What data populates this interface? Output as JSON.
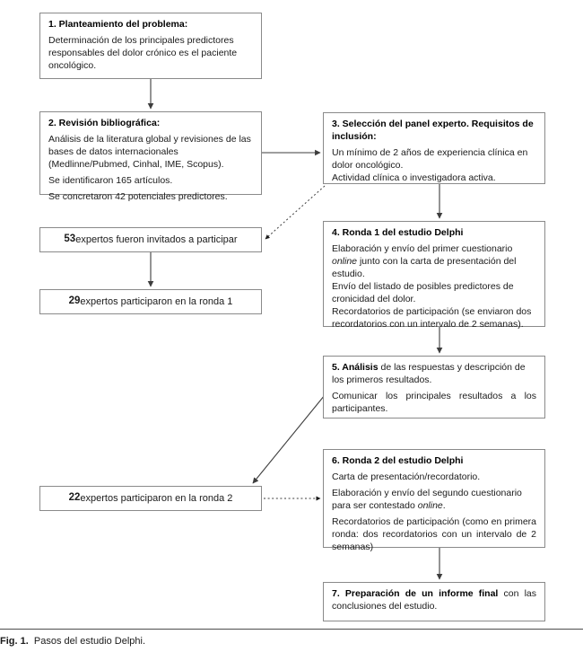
{
  "figure": {
    "label": "Fig. 1.",
    "caption": "Pasos del estudio Delphi."
  },
  "nodes": {
    "n1": {
      "id": "1",
      "heading": "1.  Planteamiento del problema:",
      "body_1": "Determinación de los principales predictores responsables del dolor crónico es el paciente oncológico."
    },
    "n2": {
      "id": "2",
      "heading": "2.  Revisión bibliográfica:",
      "body_1": "Análisis de la literatura global y revisiones de las bases de datos internacionales (Medlinne/Pubmed, Cinhal, IME, Scopus).",
      "body_2": "Se identificaron 165 artículos.",
      "body_3": "Se concretaron 42 potenciales predictores."
    },
    "n3": {
      "id": "3",
      "heading": "3.  Selección del panel experto. Requisitos de inclusión:",
      "body_1": "Un mínimo de 2 años de experiencia clínica en dolor oncológico.",
      "body_2": "Actividad clínica o investigadora activa."
    },
    "n4": {
      "id": "4",
      "heading": "4.  Ronda 1 del estudio Delphi",
      "body_1a": "Elaboración y envío del primer cuestionario ",
      "body_1b": "online",
      "body_1c": " junto con la carta de presentación del estudio.",
      "body_2": "Envío del listado de posibles predictores de cronicidad del dolor.",
      "body_3": "Recordatorios de participación (se enviaron dos recordatorios con un intervalo de 2 semanas)."
    },
    "n5": {
      "id": "5",
      "heading": "5.  Análisis",
      "body_1": " de las respuestas y descripción de los primeros resultados.",
      "body_2": "Comunicar los principales resultados a los participantes."
    },
    "n6": {
      "id": "6",
      "heading": "6.  Ronda 2 del estudio Delphi",
      "body_1": "Carta de presentación/recordatorio.",
      "body_2a": "Elaboración y envío del segundo cuestionario para ser contestado ",
      "body_2b": "online",
      "body_2c": ".",
      "body_3": "Recordatorios de participación (como en primera ronda: dos recordatorios con un intervalo de 2 semanas)"
    },
    "n7": {
      "id": "7",
      "heading": "7.  Preparación de un informe final",
      "body_1": " con las conclusiones del estudio."
    },
    "invited": {
      "count": "53",
      "text": " expertos fueron invitados a participar"
    },
    "round1": {
      "count": "29",
      "text": " expertos participaron en la ronda 1"
    },
    "round2": {
      "count": "22",
      "text": " expertos participaron en la ronda 2"
    }
  },
  "edges": [
    {
      "name": "edge-1-to-2",
      "style": "solid",
      "from": "n1",
      "to": "n2"
    },
    {
      "name": "edge-2-to-3",
      "style": "solid",
      "from": "n2",
      "to": "n3"
    },
    {
      "name": "edge-3-to-invited",
      "style": "dotted",
      "from": "n3",
      "to": "invited"
    },
    {
      "name": "edge-3-to-4",
      "style": "solid",
      "from": "n3",
      "to": "n4"
    },
    {
      "name": "edge-invited-to-round1",
      "style": "solid",
      "from": "invited",
      "to": "round1"
    },
    {
      "name": "edge-4-to-5",
      "style": "solid",
      "from": "n4",
      "to": "n5"
    },
    {
      "name": "edge-5-to-round2",
      "style": "solid",
      "from": "n5",
      "to": "round2"
    },
    {
      "name": "edge-round2-to-6",
      "style": "dotted",
      "from": "round2",
      "to": "n6"
    },
    {
      "name": "edge-6-to-7",
      "style": "solid",
      "from": "n6",
      "to": "n7"
    }
  ],
  "colors": {
    "box_border": "#8a8a8a",
    "edge": "#3d3d3d",
    "text": "#1a1a1a",
    "background": "#ffffff"
  }
}
